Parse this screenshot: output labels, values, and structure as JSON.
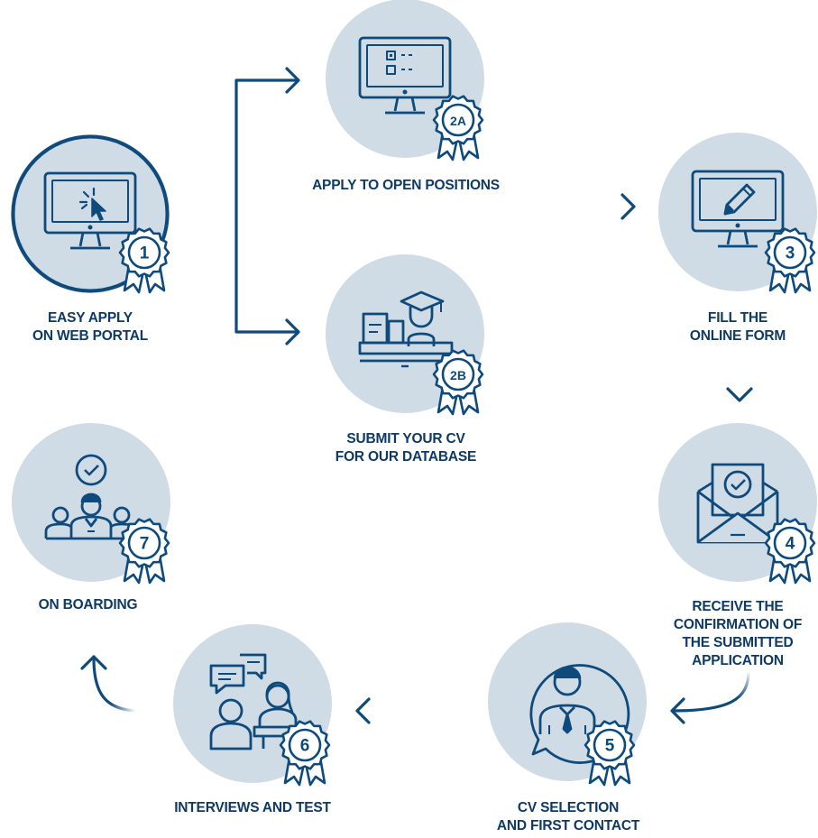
{
  "colors": {
    "circle_fill": "#cfdbe5",
    "primary": "#0e4a7b",
    "text": "#0e3a63",
    "badge_fill": "#ffffff"
  },
  "steps": [
    {
      "id": "1",
      "badge": "1",
      "icon": "monitor-click-icon",
      "lines": [
        "EASY APPLY",
        "ON WEB PORTAL"
      ]
    },
    {
      "id": "2a",
      "badge": "2A",
      "icon": "monitor-checklist-icon",
      "lines": [
        "APPLY TO OPEN POSITIONS"
      ]
    },
    {
      "id": "2b",
      "badge": "2B",
      "icon": "graduate-books-icon",
      "lines": [
        "SUBMIT YOUR CV",
        "FOR OUR DATABASE"
      ]
    },
    {
      "id": "3",
      "badge": "3",
      "icon": "monitor-pencil-icon",
      "lines": [
        "FILL THE",
        "ONLINE FORM"
      ]
    },
    {
      "id": "4",
      "badge": "4",
      "icon": "envelope-check-icon",
      "lines": [
        "RECEIVE THE",
        "CONFIRMATION OF",
        "THE SUBMITTED",
        "APPLICATION"
      ]
    },
    {
      "id": "5",
      "badge": "5",
      "icon": "person-speech-icon",
      "lines": [
        "CV SELECTION",
        "AND FIRST CONTACT"
      ]
    },
    {
      "id": "6",
      "badge": "6",
      "icon": "interview-chat-icon",
      "lines": [
        "INTERVIEWS AND TEST"
      ]
    },
    {
      "id": "7",
      "badge": "7",
      "icon": "team-check-icon",
      "lines": [
        "ON BOARDING"
      ]
    }
  ]
}
